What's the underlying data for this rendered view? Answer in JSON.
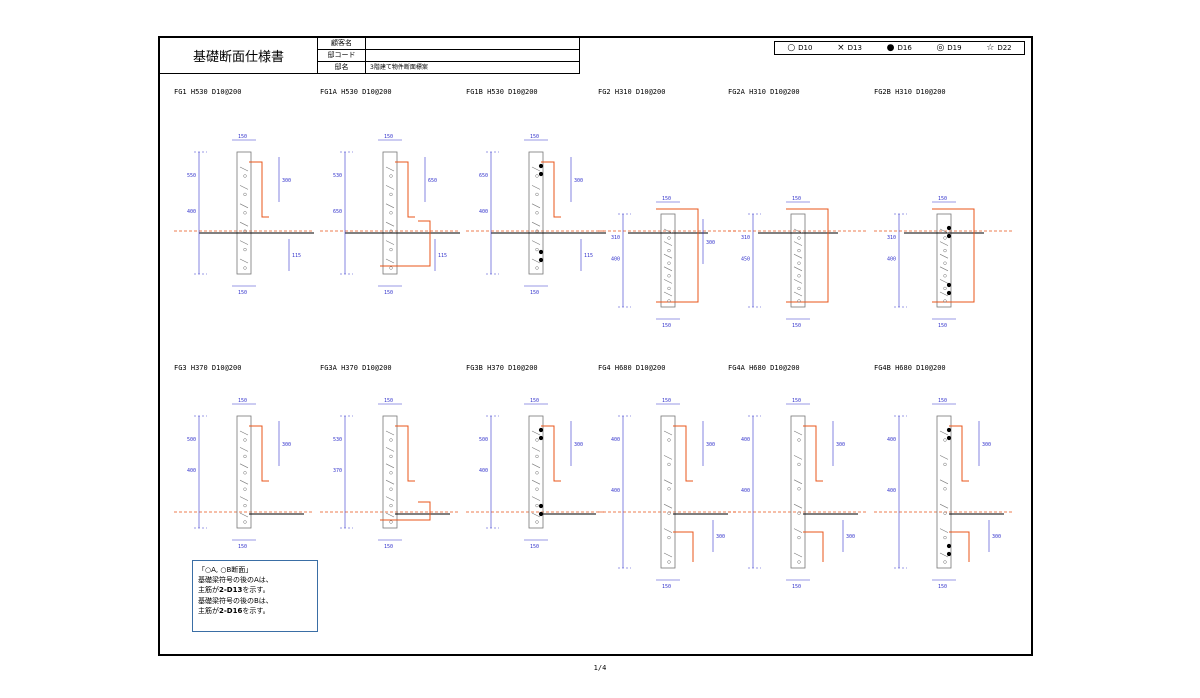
{
  "header": {
    "title": "基礎断面仕様書",
    "rows": [
      {
        "label": "顧客名",
        "value": ""
      },
      {
        "label": "邸コード",
        "value": ""
      },
      {
        "label": "邸名",
        "value": "3階建て物件断面標案"
      }
    ]
  },
  "legend": [
    {
      "symbol": "○",
      "icon": "open-circle-icon",
      "label": "D10"
    },
    {
      "symbol": "×",
      "icon": "cross-icon",
      "label": "D13"
    },
    {
      "symbol": "●",
      "icon": "filled-circle-icon",
      "label": "D16"
    },
    {
      "symbol": "◎",
      "icon": "double-circle-icon",
      "label": "D19"
    },
    {
      "symbol": "☆",
      "icon": "star-icon",
      "label": "D22"
    }
  ],
  "sections_top": [
    {
      "name": "FG1 H530 D10@200",
      "type": "tall",
      "dims": {
        "w": "150",
        "h": "400",
        "h2": "550",
        "d1": "300",
        "d2": "115"
      },
      "dots": false
    },
    {
      "name": "FG1A H530 D10@200",
      "type": "tallA",
      "dims": {
        "w": "150",
        "h": "650",
        "h2": "530",
        "d1": "650",
        "d2": "115"
      },
      "dots": false
    },
    {
      "name": "FG1B H530 D10@200",
      "type": "tall",
      "dims": {
        "w": "150",
        "h": "400",
        "h2": "650",
        "d1": "300",
        "d2": "115"
      },
      "dots": true
    },
    {
      "name": "FG2 H310 D10@200",
      "type": "box",
      "dims": {
        "w": "150",
        "h": "400",
        "h2": "310",
        "d1": "300",
        "d2": ""
      },
      "dots": false
    },
    {
      "name": "FG2A H310 D10@200",
      "type": "boxA",
      "dims": {
        "w": "150",
        "h": "450",
        "h2": "310",
        "d1": "",
        "d2": ""
      },
      "dots": false
    },
    {
      "name": "FG2B H310 D10@200",
      "type": "box",
      "dims": {
        "w": "150",
        "h": "400",
        "h2": "310",
        "d1": "",
        "d2": ""
      },
      "dots": true
    }
  ],
  "sections_bottom": [
    {
      "name": "FG3 H370 D10@200",
      "type": "mid",
      "dims": {
        "w": "150",
        "h": "400",
        "h2": "500",
        "d1": "300",
        "d2": ""
      },
      "dots": false
    },
    {
      "name": "FG3A H370 D10@200",
      "type": "midA",
      "dims": {
        "w": "150",
        "h": "370",
        "h2": "530",
        "d1": "",
        "d2": ""
      },
      "dots": false
    },
    {
      "name": "FG3B H370 D10@200",
      "type": "mid",
      "dims": {
        "w": "150",
        "h": "400",
        "h2": "500",
        "d1": "300",
        "d2": ""
      },
      "dots": true
    },
    {
      "name": "FG4 H680 D10@200",
      "type": "long",
      "dims": {
        "w": "150",
        "h": "400",
        "h2": "400",
        "d1": "300",
        "d2": "300"
      },
      "dots": false
    },
    {
      "name": "FG4A H680 D10@200",
      "type": "longA",
      "dims": {
        "w": "150",
        "h": "400",
        "h2": "400",
        "d1": "300",
        "d2": "300"
      },
      "dots": false
    },
    {
      "name": "FG4B H680 D10@200",
      "type": "long",
      "dims": {
        "w": "150",
        "h": "400",
        "h2": "400",
        "d1": "300",
        "d2": "300"
      },
      "dots": true
    }
  ],
  "note": {
    "title": "「○A, ○B断面」",
    "line1": "基礎梁符号の後のAは、",
    "line2_pre": "主筋が",
    "line2_bold": "2-D13",
    "line2_post": "を示す。",
    "line3": "基礎梁符号の後のBは、",
    "line4_pre": "主筋が",
    "line4_bold": "2-D16",
    "line4_post": "を示す。"
  },
  "page_number": "1/4",
  "colors": {
    "orange": "#e8541a",
    "blue": "#3333cc",
    "gray": "#777777",
    "frame": "#000000"
  }
}
